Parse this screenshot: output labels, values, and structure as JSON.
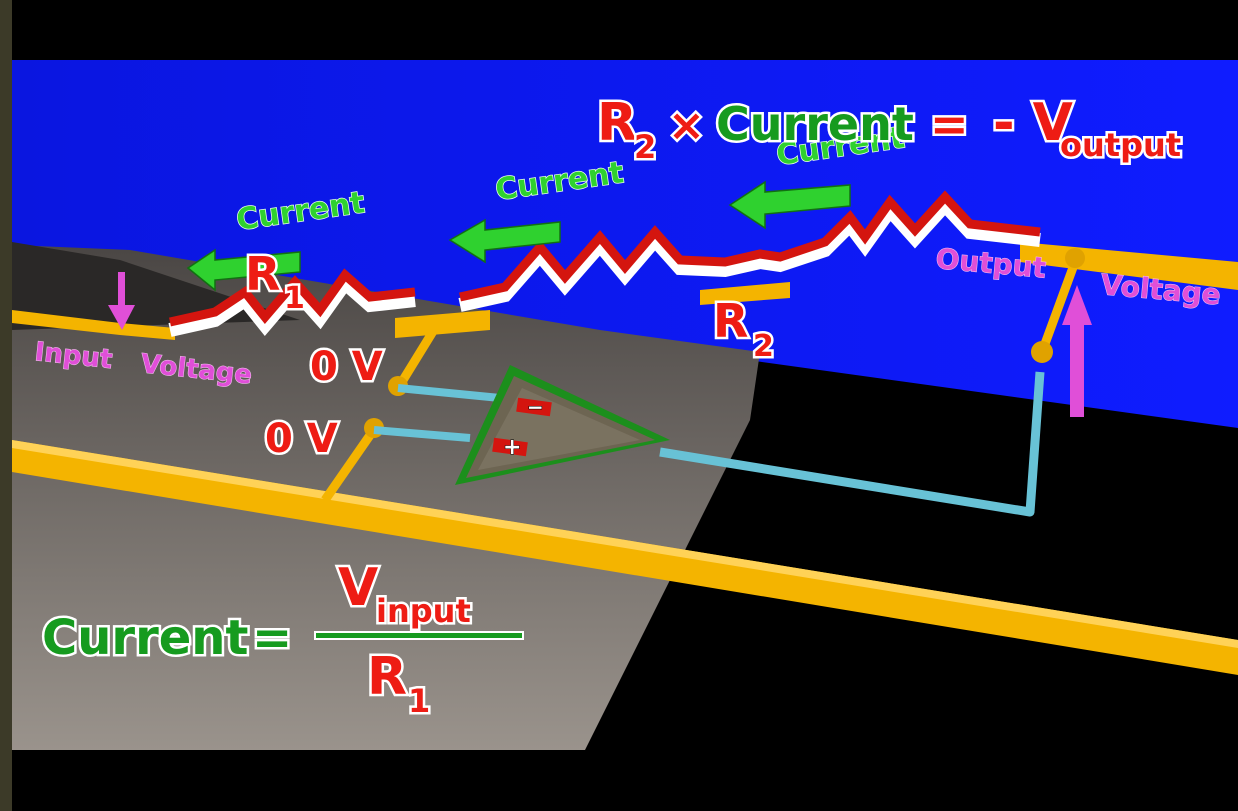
{
  "labels": {
    "r1": {
      "main": "R",
      "sub": "1"
    },
    "r2": {
      "main": "R",
      "sub": "2"
    },
    "zero_v_top": "0 V",
    "zero_v_bottom": "0 V",
    "current_1": "Current",
    "current_2": "Current",
    "current_3": "Current",
    "input_word": "Input",
    "voltage_left": "Voltage",
    "output_word": "Output",
    "voltage_right": "Voltage",
    "opamp_minus": "−",
    "opamp_plus": "+"
  },
  "equation_top": {
    "r_main": "R",
    "r_sub": "2",
    "times": "×",
    "current": "Current",
    "equals": "=",
    "v_main": "- V",
    "v_sub": "output"
  },
  "equation_bottom": {
    "current": "Current",
    "equals": "=",
    "numerator_main": "V",
    "numerator_sub": "input",
    "denominator_main": "R",
    "denominator_sub": "1"
  },
  "colors": {
    "wall_blue": "#0b18f0",
    "floor_gray": "#6f6a66",
    "wire_yellow": "#f4b400",
    "wire_cyan": "#68c2d6",
    "resistor_red": "#d4150f",
    "current_green": "#2fd12f",
    "opamp_green": "#1c8f1c",
    "voltage_magenta": "#e04fd8",
    "label_red": "#ee1c14",
    "label_green": "#169b1f"
  }
}
